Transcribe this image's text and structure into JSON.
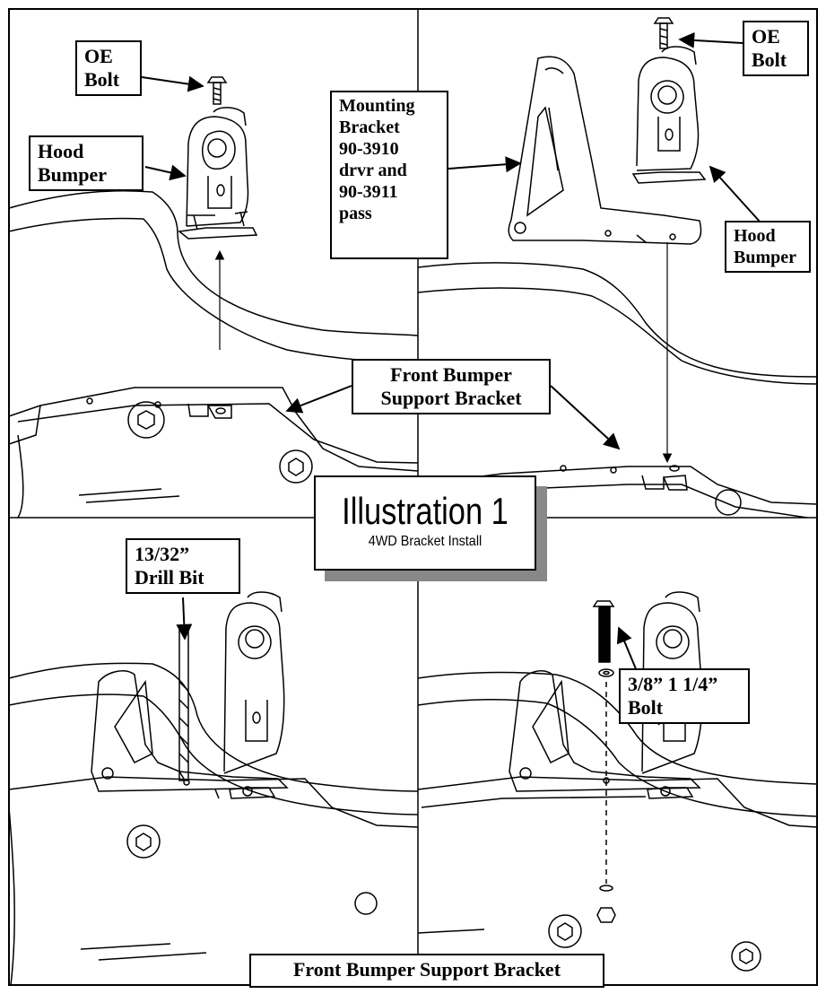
{
  "illustration": {
    "title": "Illustration 1",
    "subtitle": "4WD Bracket Install"
  },
  "callouts": {
    "oe_bolt_left": [
      "OE",
      "Bolt"
    ],
    "oe_bolt_right": [
      "OE",
      "Bolt"
    ],
    "hood_bumper_left": [
      "Hood",
      "Bumper"
    ],
    "hood_bumper_right": [
      "Hood",
      "Bumper"
    ],
    "mounting_bracket": [
      "Mounting",
      "Bracket",
      "90-3910",
      "drvr and",
      "90-3911",
      "pass"
    ],
    "front_bumper_support_top": [
      "Front Bumper",
      "Support Bracket"
    ],
    "drill_bit": [
      "13/32”",
      "Drill Bit"
    ],
    "bolt_size": [
      "3/8” 1 1/4”",
      "Bolt"
    ],
    "front_bumper_support_bottom": "Front Bumper Support Bracket"
  }
}
